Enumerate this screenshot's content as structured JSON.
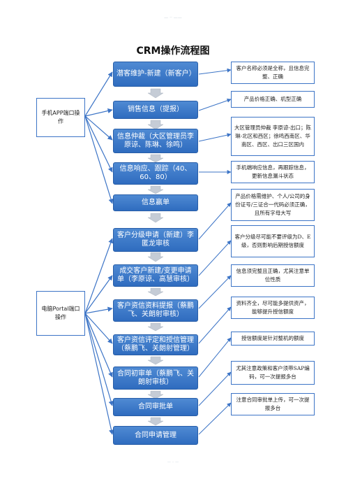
{
  "title": "CRM操作流程图",
  "actors": {
    "app": "手机APP端口操作",
    "portal": "电脑Portal端口操作"
  },
  "steps": [
    "潜客维护-新建（新客户）",
    "销售信息（提报）",
    "信息仲裁（大区管理员李原谅、陈琳、徐鸣）",
    "信息响应、跟踪（40、60、80）",
    "信息赢单",
    "客户分级申请（新建）李匿龙审核",
    "成交客户新建/变更申请单（李原谅、高慧审核）",
    "客户资信资料提报（蔡鹏飞、关朗射审核）",
    "客户资信评定和授信管理（蔡鹏飞、关朗射管理）",
    "合同初审单（蔡鹏飞、关朗射审核）",
    "合同审批单",
    "合同申请管理"
  ],
  "notes": [
    "客户名称必须是全称，且信息完整、正确",
    "产品价格正确、机型正确",
    "大区管理员仲裁 李原谅-出口；陈琳-北区和西区；徐鸣西南区、华南区、西区、出口三区国内",
    "手机端响应信息，再跟踪信息，更新信息漏斗状态",
    "产品价格需维护、个人/公司的身份证号/三证合一代码必须正确，且所有字母大写",
    "客户分级尽可能不要评级为D、E级，否则影响后期授信额度",
    "信息须完整且正确，尤其注意单位性质",
    "资料齐全，尽可能多提供资产，能够提升授信额度",
    "授信额度是针对整机的额度",
    "尤其注意政策和客户须带SAP编码，可一次提报多台",
    "注意合同审批单上传，可一次提报多台"
  ]
}
